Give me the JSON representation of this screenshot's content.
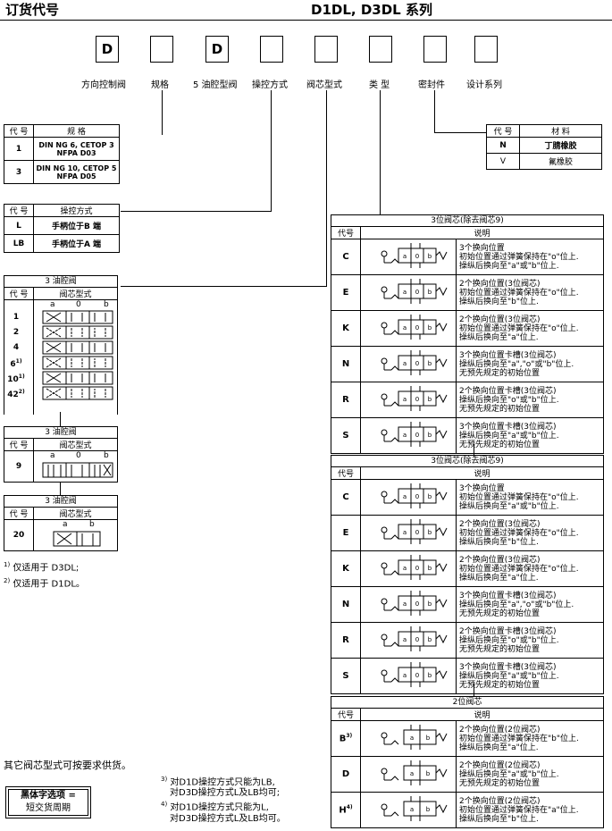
{
  "header": {
    "left": "订货代号",
    "right": "D1DL, D3DL 系列"
  },
  "boxes": [
    {
      "text": "D",
      "label": "方向控制阀"
    },
    {
      "text": "",
      "label": "规格"
    },
    {
      "text": "D",
      "label": "5 油腔型阀"
    },
    {
      "text": "",
      "label": "操控方式"
    },
    {
      "text": "",
      "label": "阀芯型式"
    },
    {
      "text": "",
      "label": "类 型"
    },
    {
      "text": "",
      "label": "密封件"
    },
    {
      "text": "",
      "label": "设计系列"
    }
  ],
  "size_table": {
    "h_code": "代 号",
    "h_desc": "规 格",
    "rows": [
      {
        "code": "1",
        "desc1": "DIN NG 6, CETOP 3",
        "desc2": "NFPA D03"
      },
      {
        "code": "3",
        "desc1": "DIN NG 10, CETOP 5",
        "desc2": "NFPA D05"
      }
    ]
  },
  "op_table": {
    "h_code": "代 号",
    "h_desc": "操控方式",
    "rows": [
      {
        "code": "L",
        "desc": "手柄位于B 端"
      },
      {
        "code": "LB",
        "desc": "手柄位于A 端"
      }
    ]
  },
  "seal_table": {
    "h_code": "代 号",
    "h_desc": "材 料",
    "rows": [
      {
        "code": "N",
        "desc": "丁腈橡胶"
      },
      {
        "code": "V",
        "desc": "氟橡胶"
      }
    ]
  },
  "spool_table1": {
    "title": "3 油腔阀",
    "h_code": "代 号",
    "h_desc": "阀芯型式",
    "pos": [
      "a",
      "0",
      "b"
    ],
    "rows": [
      {
        "code": "1"
      },
      {
        "code": "2"
      },
      {
        "code": "4"
      },
      {
        "code": "6",
        "sup": "1)"
      },
      {
        "code": "10",
        "sup": "1)"
      },
      {
        "code": "42",
        "sup": "2)"
      }
    ]
  },
  "spool_table2": {
    "title": "3 油腔阀",
    "h_code": "代 号",
    "h_desc": "阀芯型式",
    "pos": [
      "a",
      "0",
      "b"
    ],
    "rows": [
      {
        "code": "9"
      }
    ]
  },
  "spool_table3": {
    "title": "3 油腔阀",
    "h_code": "代 号",
    "h_desc": "阀芯型式",
    "pos": [
      "a",
      "b"
    ],
    "rows": [
      {
        "code": "20"
      }
    ]
  },
  "footnotes": [
    {
      "sup": "1)",
      "text": "仅适用于 D3DL;"
    },
    {
      "sup": "2)",
      "text": "仅适用于 D1DL。"
    }
  ],
  "other_note": "其它阀芯型式可按要求供货。",
  "bold_note": {
    "line1": "黑体字选项 =",
    "line2": "短交货周期"
  },
  "footnotes2": [
    {
      "sup": "3)",
      "l1": "对D1D操控方式只能为LB,",
      "l2": "对D3D操控方式L及LB均可;"
    },
    {
      "sup": "4)",
      "l1": "对D1D操控方式只能为L,",
      "l2": "对D3D操控方式L及LB均可。"
    }
  ],
  "type_tables": [
    {
      "title": "3位阀芯(除去阀芯9)",
      "h_code": "代号",
      "h_desc": "说明",
      "rows": [
        {
          "code": "C",
          "lines": [
            "3个换向位置",
            "初始位置通过弹簧保持在\"o\"位上.",
            "操纵后换向至\"a\"或\"b\"位上."
          ]
        },
        {
          "code": "E",
          "lines": [
            "2个换向位置(3位阀芯)",
            "初始位置通过弹簧保持在\"o\"位上.",
            "操纵后换向至\"b\"位上."
          ]
        },
        {
          "code": "K",
          "lines": [
            "2个换向位置(3位阀芯)",
            "初始位置通过弹簧保持在\"o\"位上.",
            "操纵后换向至\"a\"位上."
          ]
        },
        {
          "code": "N",
          "lines": [
            "3个换向位置卡槽(3位阀芯)",
            "操纵后换向至\"a\",\"o\"或\"b\"位上.",
            "无预先规定的初始位置"
          ]
        },
        {
          "code": "R",
          "lines": [
            "2个换向位置卡槽(3位阀芯)",
            "操纵后换向至\"o\"或\"b\"位上.",
            "无预先规定的初始位置"
          ]
        },
        {
          "code": "S",
          "lines": [
            "3个换向位置卡槽(3位阀芯)",
            "操纵后换向至\"a\"或\"b\"位上.",
            "无预先规定的初始位置"
          ]
        }
      ]
    },
    {
      "title": "3位阀芯(除去阀芯9)",
      "h_code": "代号",
      "h_desc": "说明",
      "rows": [
        {
          "code": "C",
          "lines": [
            "3个换向位置",
            "初始位置通过弹簧保持在\"o\"位上.",
            "操纵后换向至\"a\"或\"b\"位上."
          ]
        },
        {
          "code": "E",
          "lines": [
            "2个换向位置(3位阀芯)",
            "初始位置通过弹簧保持在\"o\"位上.",
            "操纵后换向至\"b\"位上."
          ]
        },
        {
          "code": "K",
          "lines": [
            "2个换向位置(3位阀芯)",
            "初始位置通过弹簧保持在\"o\"位上.",
            "操纵后换向至\"a\"位上."
          ]
        },
        {
          "code": "N",
          "lines": [
            "3个换向位置卡槽(3位阀芯)",
            "操纵后换向至\"a\",\"o\"或\"b\"位上.",
            "无预先规定的初始位置"
          ]
        },
        {
          "code": "R",
          "lines": [
            "2个换向位置卡槽(3位阀芯)",
            "操纵后换向至\"o\"或\"b\"位上.",
            "无预先规定的初始位置"
          ]
        },
        {
          "code": "S",
          "lines": [
            "3个换向位置卡槽(3位阀芯)",
            "操纵后换向至\"a\"或\"b\"位上.",
            "无预先规定的初始位置"
          ]
        }
      ]
    },
    {
      "title": "2位阀芯",
      "h_code": "代号",
      "h_desc": "说明",
      "rows": [
        {
          "code": "B",
          "sup": "3)",
          "lines": [
            "2个换向位置(2位阀芯)",
            "初始位置通过弹簧保持在\"b\"位上.",
            "操纵后换向至\"a\"位上."
          ]
        },
        {
          "code": "D",
          "lines": [
            "2个换向位置(2位阀芯)",
            "操纵后换向至\"a\"或\"b\"位上.",
            "无预先规定的初始位置"
          ]
        },
        {
          "code": "H",
          "sup": "4)",
          "lines": [
            "2个换向位置(2位阀芯)",
            "初始位置通过弹簧保持在\"a\"位上.",
            "操纵后换向至\"b\"位上."
          ]
        }
      ]
    }
  ]
}
